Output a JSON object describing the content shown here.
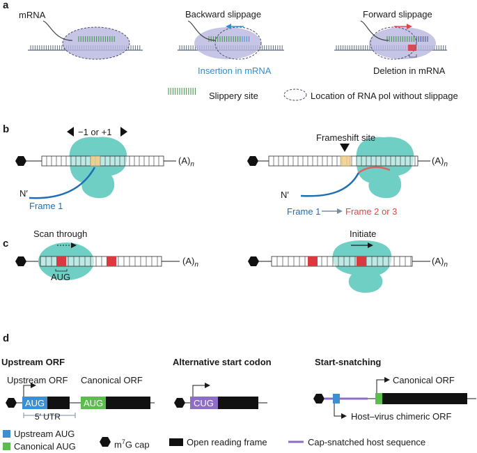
{
  "panels": {
    "a": "a",
    "b": "b",
    "c": "c",
    "d": "d"
  },
  "panel_a": {
    "mrna_label": "mRNA",
    "backward_title": "Backward slippage",
    "backward_result": "Insertion in mRNA",
    "forward_title": "Forward slippage",
    "forward_result": "Deletion in mRNA",
    "legend_slippery": "Slippery site",
    "legend_location": "Location of RNA pol without slippage"
  },
  "panel_b": {
    "shift_label": "−1 or +1",
    "poly_a": "(A)",
    "poly_a_sub": "n",
    "n_terminus": "N′",
    "frame1": "Frame 1",
    "frameshift_site": "Frameshift site",
    "frame23": "Frame 2 or 3"
  },
  "panel_c": {
    "scan_through": "Scan through",
    "aug": "AUG",
    "initiate": "Initiate",
    "poly_a": "(A)",
    "poly_a_sub": "n"
  },
  "panel_d": {
    "upstream_orf_title": "Upstream ORF",
    "upstream_orf_arrow": "Upstream ORF",
    "canonical_orf": "Canonical ORF",
    "aug": "AUG",
    "utr": "5′ UTR",
    "alt_start_title": "Alternative start codon",
    "cug": "CUG",
    "start_snatching_title": "Start-snatching",
    "canonical_orf_snatch": "Canonical ORF",
    "chimeric_orf": "Host–virus chimeric ORF"
  },
  "legend_d": {
    "upstream_aug": "Upstream AUG",
    "canonical_aug": "Canonical AUG",
    "cap_pre": "m",
    "cap_sup": "7",
    "cap_post": "G cap",
    "orf": "Open reading frame",
    "cap_snatched": "Cap-snatched host sequence"
  },
  "colors": {
    "ribosome": "#6fcfc5",
    "polymerase": "#b9b6e0",
    "slippery_green": "#3a8f3f",
    "codon_yellow": "#f1cd87",
    "codon_red": "#d83a40",
    "upstream_aug_blue": "#3c8fd0",
    "canonical_aug_green": "#5cbd4e",
    "cap_snatched_purple": "#8d6ec4",
    "frame1_blue": "#1f6eb4",
    "frame23_red": "#e06266"
  }
}
